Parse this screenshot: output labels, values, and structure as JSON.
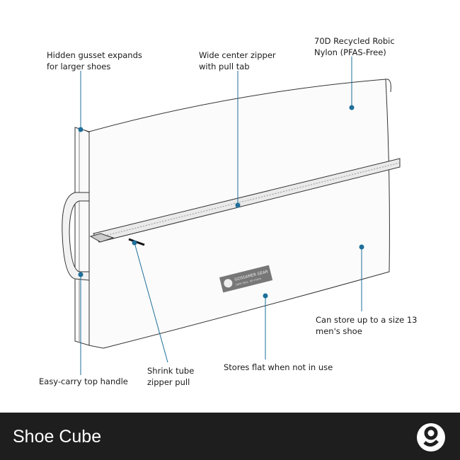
{
  "product": {
    "title": "Shoe Cube",
    "brand_logo": "Gossamer Gear",
    "tag_text": "GOSSAMER GEAR",
    "tag_subtext": "take less. do more"
  },
  "callouts": {
    "gusset": [
      "Hidden gusset expands",
      "for larger shoes"
    ],
    "zipper": [
      "Wide center zipper",
      "with pull tab"
    ],
    "fabric": [
      "70D Recycled Robic",
      "Nylon (PFAS-Free)"
    ],
    "size": [
      "Can store up to a size 13",
      "men's shoe"
    ],
    "flat": [
      "Stores flat when not in use"
    ],
    "pull": [
      "Shrink tube",
      "zipper pull"
    ],
    "handle": [
      "Easy-carry top handle"
    ]
  },
  "colors": {
    "accent": "#1f6f9a",
    "footer": "#1e1e1e",
    "outline": "#333333"
  }
}
